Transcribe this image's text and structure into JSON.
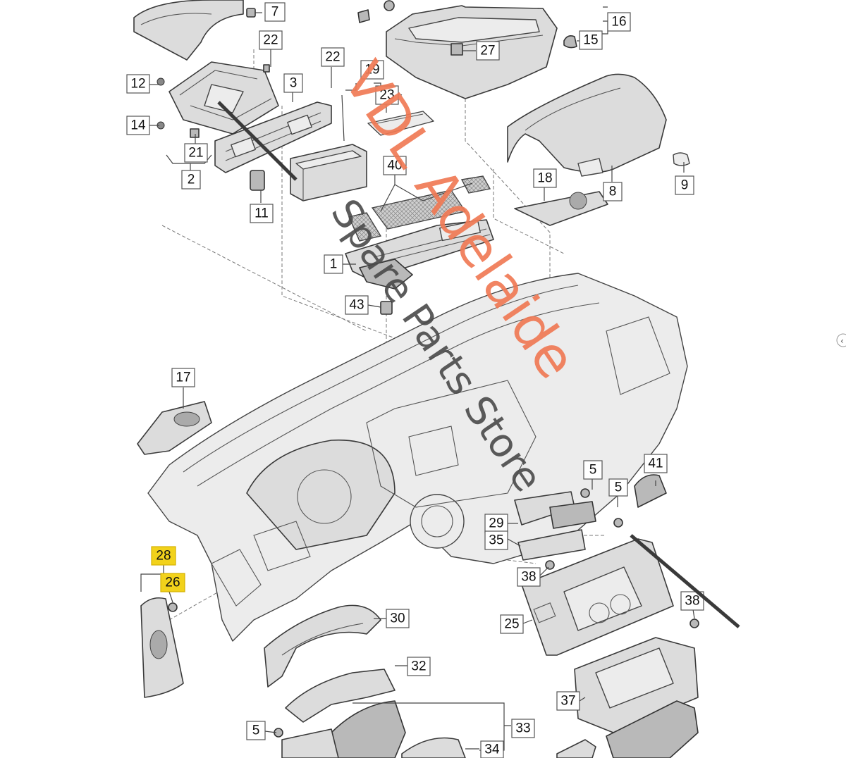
{
  "diagram": {
    "callouts": [
      {
        "id": "c7",
        "label": "7",
        "highlight": false
      },
      {
        "id": "c22a",
        "label": "22",
        "highlight": false
      },
      {
        "id": "c12",
        "label": "12",
        "highlight": false
      },
      {
        "id": "c14",
        "label": "14",
        "highlight": false
      },
      {
        "id": "c3",
        "label": "3",
        "highlight": false
      },
      {
        "id": "c21",
        "label": "21",
        "highlight": false
      },
      {
        "id": "c2",
        "label": "2",
        "highlight": false
      },
      {
        "id": "c11",
        "label": "11",
        "highlight": false
      },
      {
        "id": "c22b",
        "label": "22",
        "highlight": false
      },
      {
        "id": "c19",
        "label": "19",
        "highlight": false
      },
      {
        "id": "c23",
        "label": "23",
        "highlight": false
      },
      {
        "id": "c40",
        "label": "40",
        "highlight": false
      },
      {
        "id": "c1",
        "label": "1",
        "highlight": false
      },
      {
        "id": "c43",
        "label": "43",
        "highlight": false
      },
      {
        "id": "c27",
        "label": "27",
        "highlight": false
      },
      {
        "id": "c15",
        "label": "15",
        "highlight": false
      },
      {
        "id": "c16",
        "label": "16",
        "highlight": false
      },
      {
        "id": "c18",
        "label": "18",
        "highlight": false
      },
      {
        "id": "c8",
        "label": "8",
        "highlight": false
      },
      {
        "id": "c9",
        "label": "9",
        "highlight": false
      },
      {
        "id": "c17",
        "label": "17",
        "highlight": false
      },
      {
        "id": "c28",
        "label": "28",
        "highlight": true
      },
      {
        "id": "c26",
        "label": "26",
        "highlight": true
      },
      {
        "id": "c5a",
        "label": "5",
        "highlight": false
      },
      {
        "id": "c5b",
        "label": "5",
        "highlight": false
      },
      {
        "id": "c41",
        "label": "41",
        "highlight": false
      },
      {
        "id": "c29",
        "label": "29",
        "highlight": false
      },
      {
        "id": "c35",
        "label": "35",
        "highlight": false
      },
      {
        "id": "c38a",
        "label": "38",
        "highlight": false
      },
      {
        "id": "c38b",
        "label": "38",
        "highlight": false
      },
      {
        "id": "c25",
        "label": "25",
        "highlight": false
      },
      {
        "id": "c30",
        "label": "30",
        "highlight": false
      },
      {
        "id": "c32",
        "label": "32",
        "highlight": false
      },
      {
        "id": "c37",
        "label": "37",
        "highlight": false
      },
      {
        "id": "c5c",
        "label": "5",
        "highlight": false
      },
      {
        "id": "c33",
        "label": "33",
        "highlight": false
      },
      {
        "id": "c34",
        "label": "34",
        "highlight": false
      }
    ],
    "watermark": {
      "line1": "VDL Adelaide",
      "line2": "Spare Parts Store"
    },
    "colors": {
      "highlight": "#f2d21b",
      "watermark_primary": "#f07a55",
      "watermark_secondary": "#4a4a4a"
    }
  }
}
